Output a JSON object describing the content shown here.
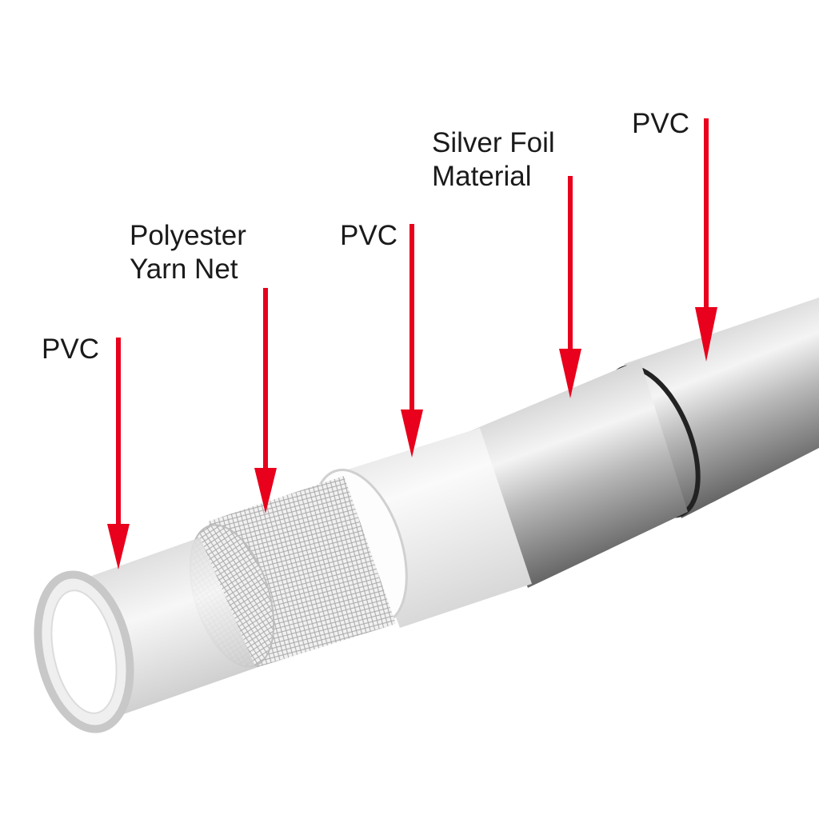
{
  "colors": {
    "arrow": "#e8001c",
    "text": "#1a1a1a",
    "background": "#ffffff",
    "foil": "#c9c9c9",
    "pvc_white": "#f2f2f2",
    "clear_pvc": "#e6e6e6"
  },
  "labels": {
    "pvc_outer_left": {
      "lines": [
        "PVC"
      ]
    },
    "polyester_net": {
      "lines": [
        "Polyester",
        "Yarn Net"
      ]
    },
    "pvc_middle": {
      "lines": [
        "PVC"
      ]
    },
    "silver_foil": {
      "lines": [
        "Silver Foil",
        "Material"
      ]
    },
    "pvc_right": {
      "lines": [
        "PVC"
      ]
    }
  }
}
